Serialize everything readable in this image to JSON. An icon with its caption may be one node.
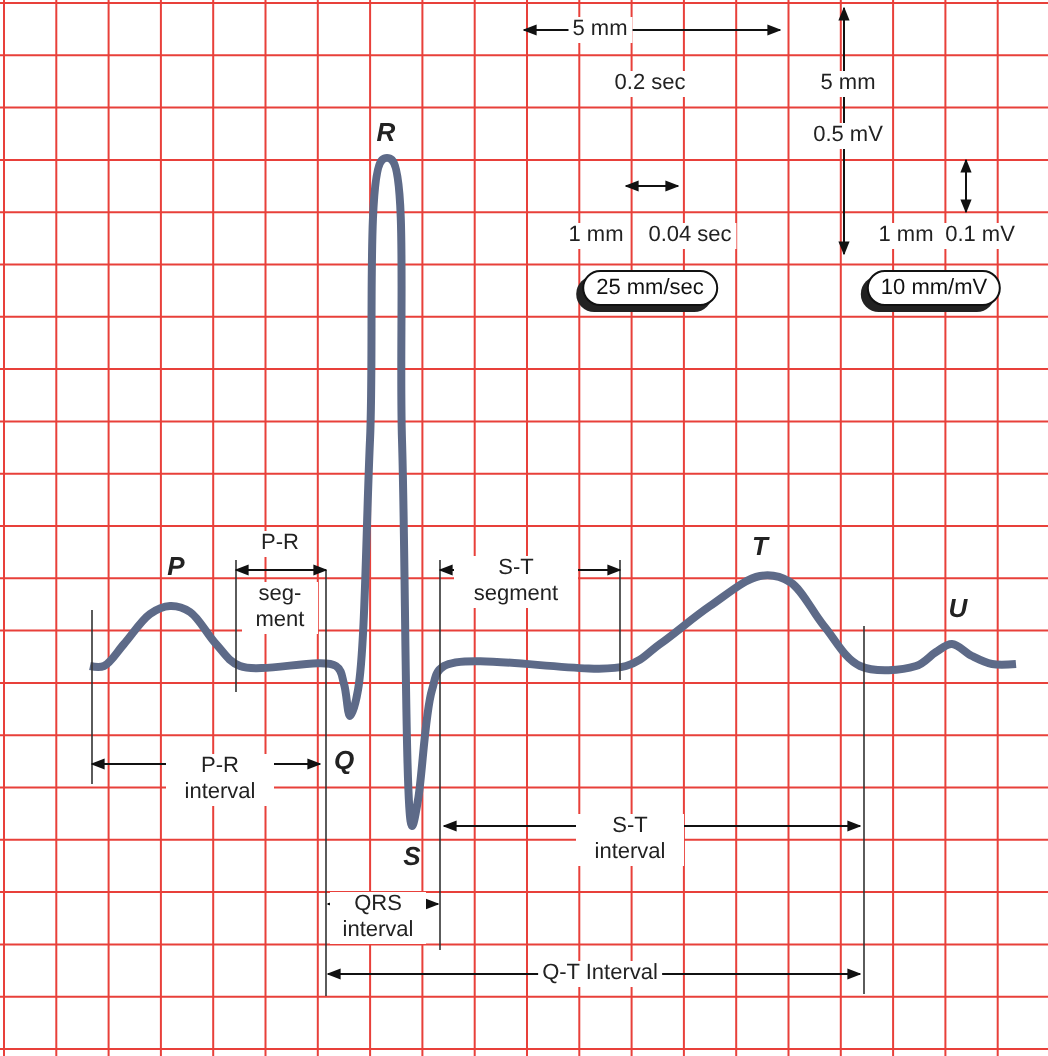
{
  "diagram": {
    "nodes": [
      {
        "text": [
          "25 mm/sec"
        ]
      },
      {
        "text": [
          "10 mm/mV"
        ]
      }
    ],
    "labels": [
      "5 mm",
      "0.2 sec",
      "5 mm",
      "R",
      "0.5 mV",
      "1 mm",
      "0.04 sec",
      "1 mm",
      "0.1 mV",
      "P",
      "P-R",
      "seg- ment",
      "T",
      "S-T segment",
      "U",
      "Q",
      "P-R interval",
      "S-T interval",
      "S",
      "QRS interval",
      "Q-T Interval"
    ]
  }
}
